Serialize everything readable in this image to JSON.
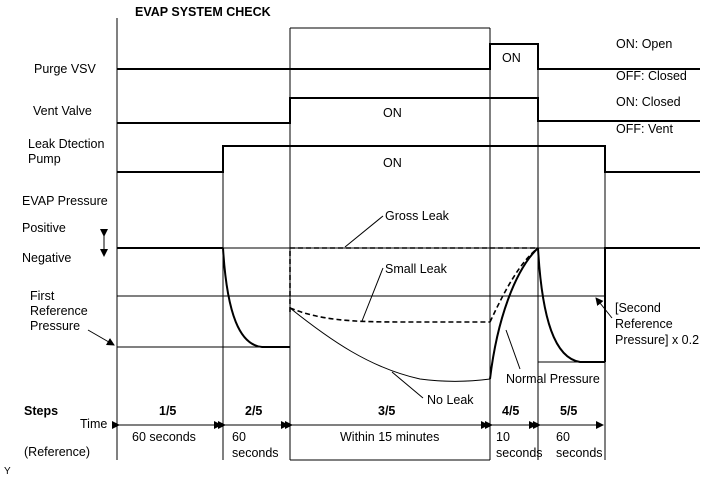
{
  "title": "EVAP SYSTEM CHECK",
  "signals": {
    "purge_vsv": {
      "label": "Purge VSV",
      "on_text": "ON",
      "state_on": "ON: Open",
      "state_off": "OFF: Closed"
    },
    "vent_valve": {
      "label": "Vent Valve",
      "on_text": "ON",
      "state_on": "ON: Closed",
      "state_off": "OFF: Vent"
    },
    "leak_pump": {
      "label_line1": "Leak Dtection",
      "label_line2": "Pump",
      "on_text": "ON"
    },
    "evap_pressure": {
      "label": "EVAP Pressure",
      "positive": "Positive",
      "negative": "Negative",
      "first_ref_line1": "First",
      "first_ref_line2": "Reference",
      "first_ref_line3": "Pressure",
      "second_ref_line1": "[Second",
      "second_ref_line2": "Reference",
      "second_ref_line3": "Pressure] x 0.2"
    }
  },
  "annotations": {
    "gross_leak": "Gross Leak",
    "small_leak": "Small Leak",
    "no_leak": "No Leak",
    "normal_pressure": "Normal Pressure"
  },
  "steps": {
    "steps_label": "Steps",
    "time_label": "Time",
    "reference_label": "(Reference)",
    "items": [
      {
        "step": "1/5",
        "time_line1": "60 seconds",
        "time_line2": ""
      },
      {
        "step": "2/5",
        "time_line1": "60",
        "time_line2": "seconds"
      },
      {
        "step": "3/5",
        "time_line1": "Within 15 minutes",
        "time_line2": ""
      },
      {
        "step": "4/5",
        "time_line1": "10",
        "time_line2": "seconds"
      },
      {
        "step": "5/5",
        "time_line1": "60",
        "time_line2": "seconds"
      }
    ]
  },
  "footer_mark": "Y"
}
